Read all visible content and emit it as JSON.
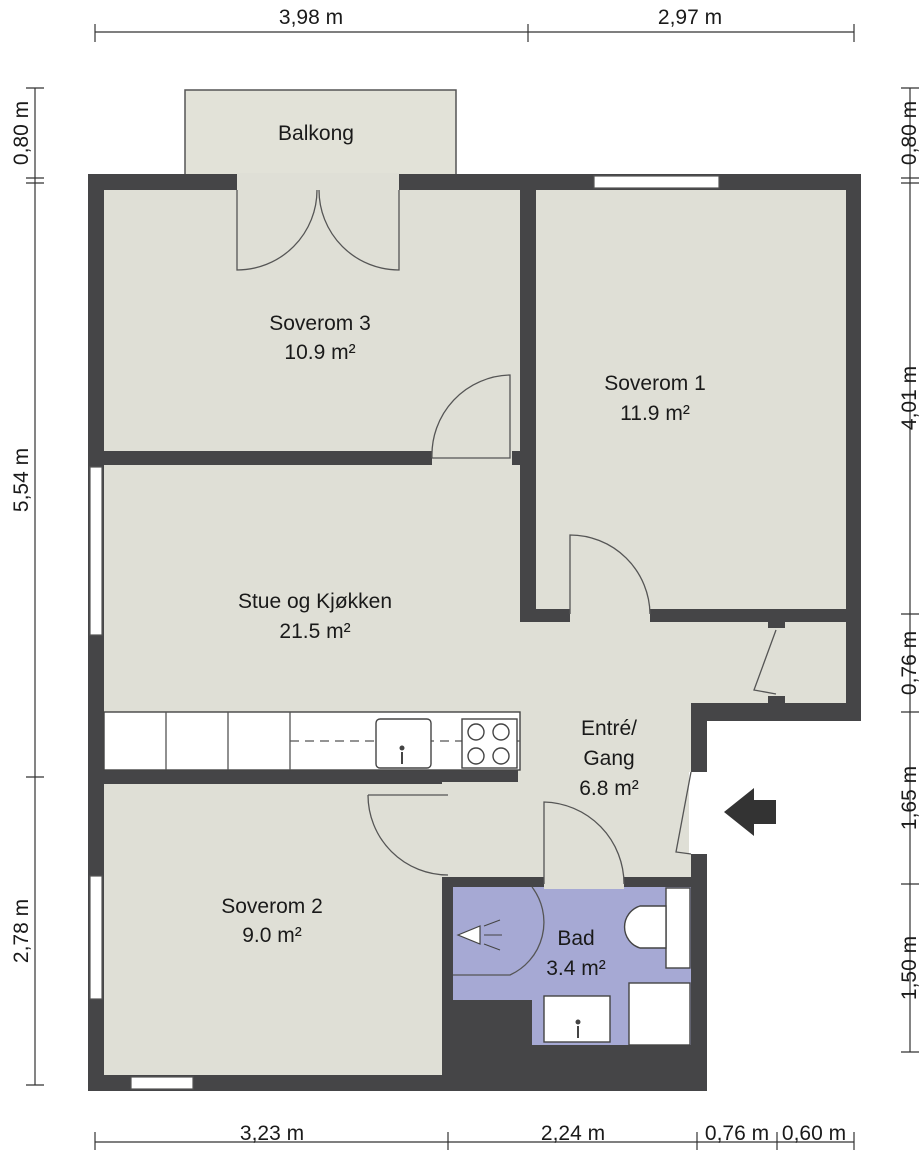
{
  "rooms": {
    "balkong": {
      "name": "Balkong"
    },
    "soverom3": {
      "name": "Soverom 3",
      "area": "10.9 m²"
    },
    "soverom1": {
      "name": "Soverom 1",
      "area": "11.9 m²"
    },
    "stue": {
      "name": "Stue og Kjøkken",
      "area": "21.5 m²"
    },
    "entre": {
      "name_line1": "Entré/",
      "name_line2": "Gang",
      "area": "6.8 m²"
    },
    "soverom2": {
      "name": "Soverom 2",
      "area": "9.0 m²"
    },
    "bad": {
      "name": "Bad",
      "area": "3.4 m²"
    }
  },
  "dimensions": {
    "top": [
      "3,98 m",
      "2,97 m"
    ],
    "bottom": [
      "3,23 m",
      "2,24 m",
      "0,76 m",
      "0,60 m"
    ],
    "left": [
      "0,80 m",
      "5,54 m",
      "2,78 m"
    ],
    "right": [
      "0,80 m",
      "4,01 m",
      "0,76 m",
      "1,65 m",
      "1,50 m"
    ]
  },
  "icons": {
    "entrance": "entrance-arrow-icon"
  },
  "colors": {
    "wall": "#454547",
    "floor": "#dfdfd6",
    "bathroom_floor": "#a6a9d4"
  }
}
